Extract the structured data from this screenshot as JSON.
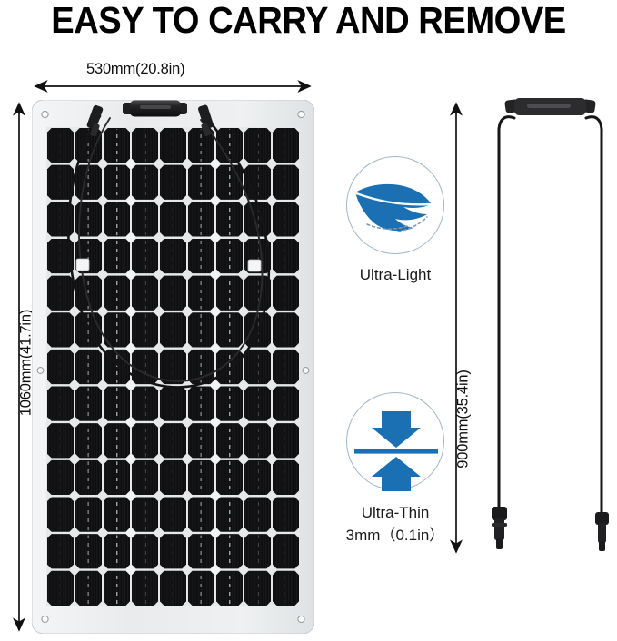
{
  "header": {
    "title": "EASY TO CARRY AND REMOVE"
  },
  "dimensions": {
    "panel_width": "530mm(20.8in)",
    "panel_height": "1060mm(41.7in)",
    "cable_length": "900mm(35.4in)"
  },
  "features": [
    {
      "id": "ultra-light",
      "icon": "feather-icon",
      "caption": "Ultra-Light",
      "sub_caption": ""
    },
    {
      "id": "ultra-thin",
      "icon": "compress-arrows-icon",
      "caption": "Ultra-Thin",
      "sub_caption": "3mm（0.1in）"
    }
  ],
  "product": {
    "name": "flexible-solar-panel",
    "cell_columns": 9,
    "cell_rows": 13,
    "accessory": "mc4-cable-assembly"
  },
  "colors": {
    "accent_blue": "#1b6fb3",
    "badge_border": "#9fb6c9",
    "panel_frame": "#e8eaeb",
    "cell_dark": "#111113",
    "text": "#0e0e0e"
  }
}
